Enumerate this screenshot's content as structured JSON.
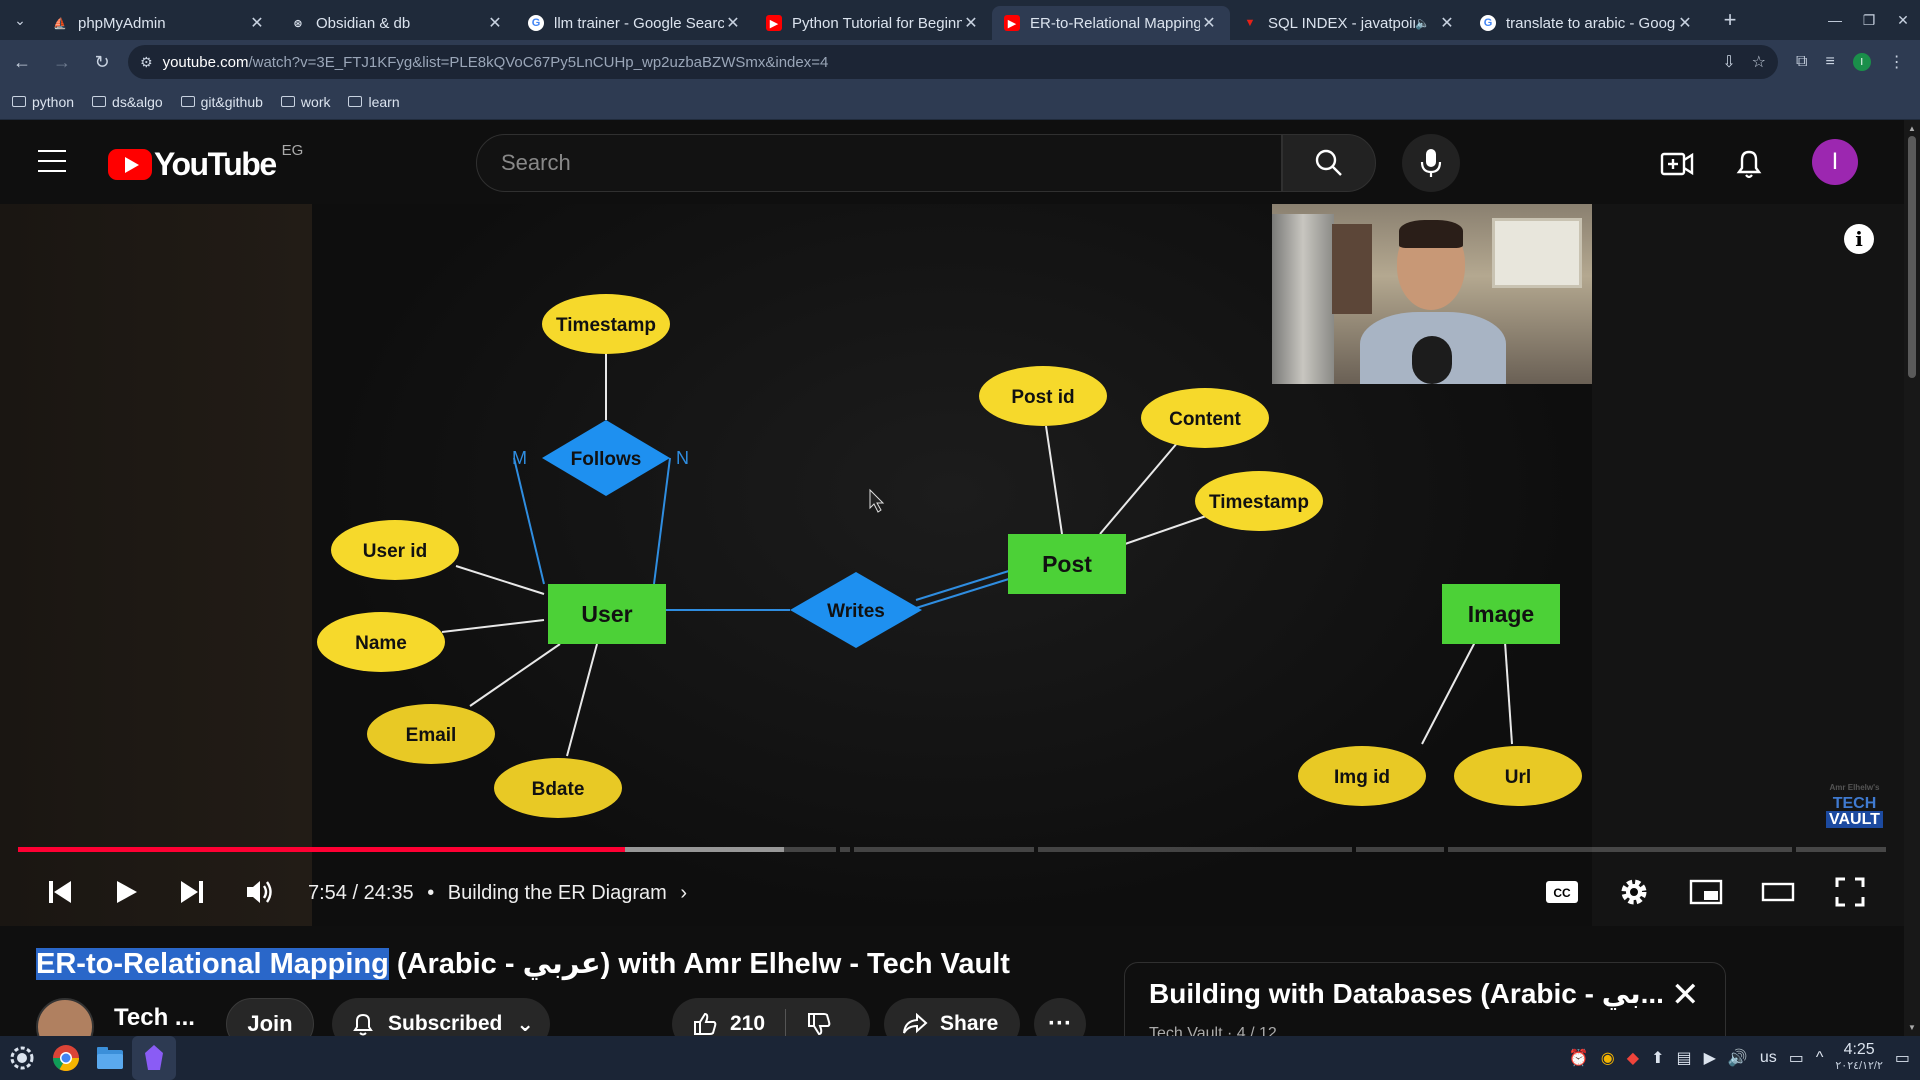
{
  "browser": {
    "tabs": [
      {
        "title": "phpMyAdmin",
        "icon": "phpmyadmin-icon",
        "color": "#f29111"
      },
      {
        "title": "Obsidian & db",
        "icon": "chatgpt-icon",
        "color": "#dbe3ee"
      },
      {
        "title": "llm trainer - Google Search",
        "icon": "google-icon",
        "color": "#4285f4"
      },
      {
        "title": "Python Tutorial for Beginne",
        "icon": "youtube-icon",
        "color": "#ff0000"
      },
      {
        "title": "ER-to-Relational Mapping (A",
        "icon": "youtube-icon",
        "color": "#ff0000",
        "active": true
      },
      {
        "title": "SQL INDEX - javatpoint",
        "icon": "javatpoint-icon",
        "color": "#e62117"
      },
      {
        "title": "translate to arabic - Google",
        "icon": "google-icon",
        "color": "#4285f4"
      }
    ],
    "url_host": "youtube.com",
    "url_path": "/watch?v=3E_FTJ1KFyg&list=PLE8kQVoC67Py5LnCUHp_wp2uzbaBZWSmx&index=4",
    "bookmarks": [
      "python",
      "ds&algo",
      "git&github",
      "work",
      "learn"
    ]
  },
  "youtube": {
    "logo_text": "YouTube",
    "country_code": "EG",
    "search_placeholder": "Search",
    "avatar_letter": "I"
  },
  "slide": {
    "entities": [
      "User",
      "Post",
      "Image"
    ],
    "relationships": [
      "Follows",
      "Writes"
    ],
    "attributes": {
      "user": [
        "User id",
        "Name",
        "Email",
        "Bdate"
      ],
      "follows": [
        "Timestamp"
      ],
      "post": [
        "Post id",
        "Content",
        "Timestamp"
      ],
      "image": [
        "Img id",
        "Url"
      ]
    },
    "cardinality": {
      "left": "M",
      "right": "N"
    },
    "watermark_small": "Amr Elhelw's",
    "watermark_line1": "TECH",
    "watermark_line2": "VAULT"
  },
  "player": {
    "progress_played": 0.325,
    "progress_buffered": 0.41,
    "time": "7:54 / 24:35",
    "separator": "•",
    "chapter": "Building the ER Diagram"
  },
  "video": {
    "title_selected": "ER-to-Relational Mapping",
    "title_rest": " (Arabic - عربي) with Amr Elhelw - Tech Vault",
    "channel_name": "Tech ...",
    "join_label": "Join",
    "subscribed_label": "Subscribed",
    "like_count": "210",
    "share_label": "Share",
    "more_label": "···"
  },
  "playlist": {
    "title": "Building with Databases (Arabic - بي...",
    "subtitle": "Tech Vault · 4 / 12"
  },
  "taskbar": {
    "keyboard_layout": "us",
    "time": "4:25",
    "date": "٢٠٢٤/١٢/٢"
  }
}
